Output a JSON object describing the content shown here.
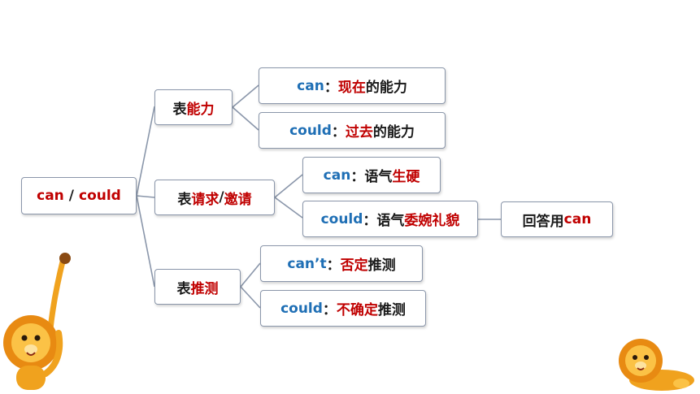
{
  "root": {
    "en1": "can",
    "sep": "/",
    "en2": "could"
  },
  "branches": [
    {
      "prefix": "表",
      "term": "能力"
    },
    {
      "prefix": "表",
      "term_a": "请求",
      "sep": "/",
      "term_b": "邀请"
    },
    {
      "prefix": "表",
      "term": "推测"
    }
  ],
  "leaves": [
    {
      "modal": "can",
      "colon": "：",
      "highlight": "现在",
      "rest": "的能力"
    },
    {
      "modal": "could",
      "colon": "：",
      "highlight": "过去",
      "rest": "的能力"
    },
    {
      "modal": "can",
      "colon": "：",
      "plain": "语气",
      "highlight": "生硬"
    },
    {
      "modal": "could",
      "colon": "：",
      "plain": "语气",
      "highlight": "委婉礼貌"
    },
    {
      "modal": "can’t",
      "colon": "：",
      "highlight": "否定",
      "rest": "推测"
    },
    {
      "modal": "could",
      "colon": "：",
      "highlight": "不确定",
      "rest": "推测"
    }
  ],
  "answer": {
    "text": "回答用",
    "modal": "can"
  },
  "colors": {
    "modal": "#1f6fb5",
    "highlight": "#c00000",
    "line": "#8a96aa",
    "lion": "#f0a21e"
  }
}
